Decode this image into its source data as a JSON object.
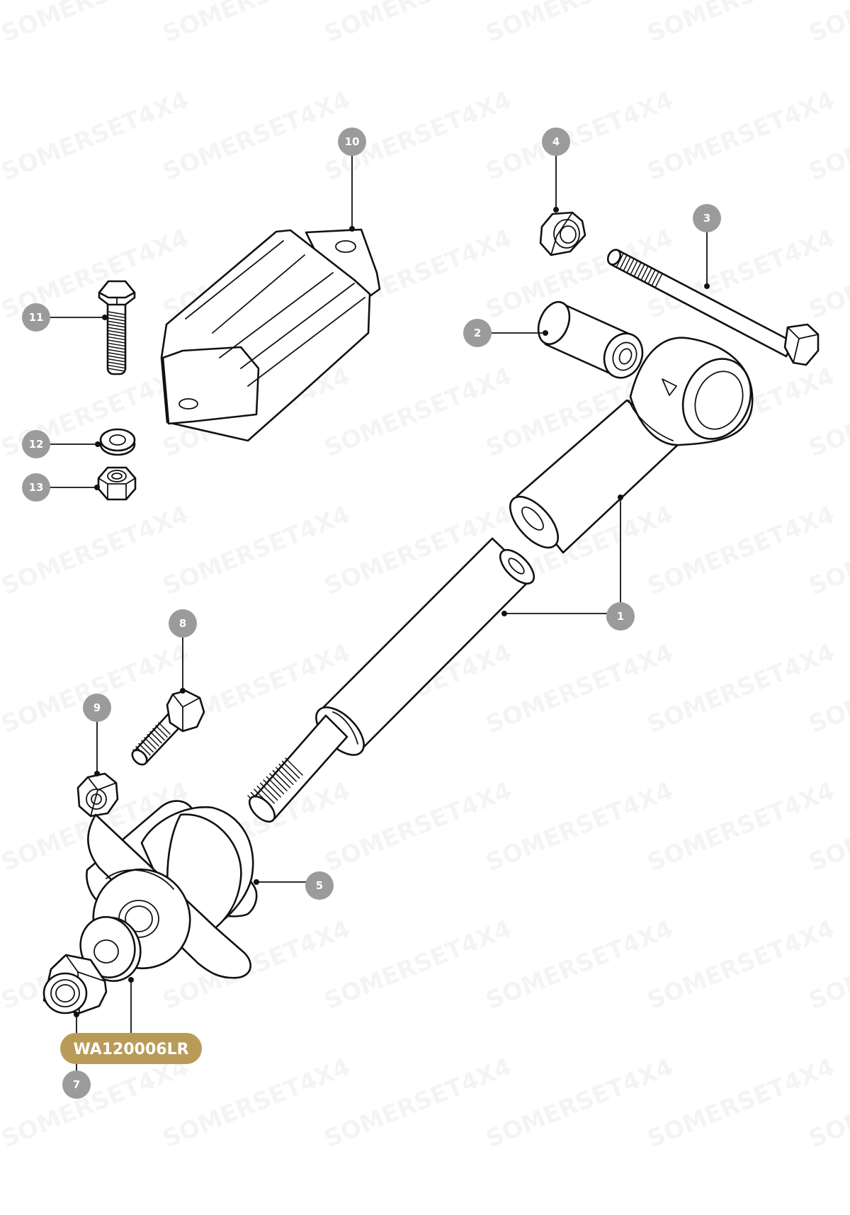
{
  "watermark": "SOMERSET4X4",
  "part_number": "WA120006LR",
  "colors": {
    "callout": "#9b9b9b",
    "badge": "#b99b58",
    "line": "#111111"
  },
  "callouts": {
    "c1": "1",
    "c2": "2",
    "c3": "3",
    "c4": "4",
    "c5": "5",
    "c7": "7",
    "c8": "8",
    "c9": "9",
    "c10": "10",
    "c11": "11",
    "c12": "12",
    "c13": "13"
  }
}
